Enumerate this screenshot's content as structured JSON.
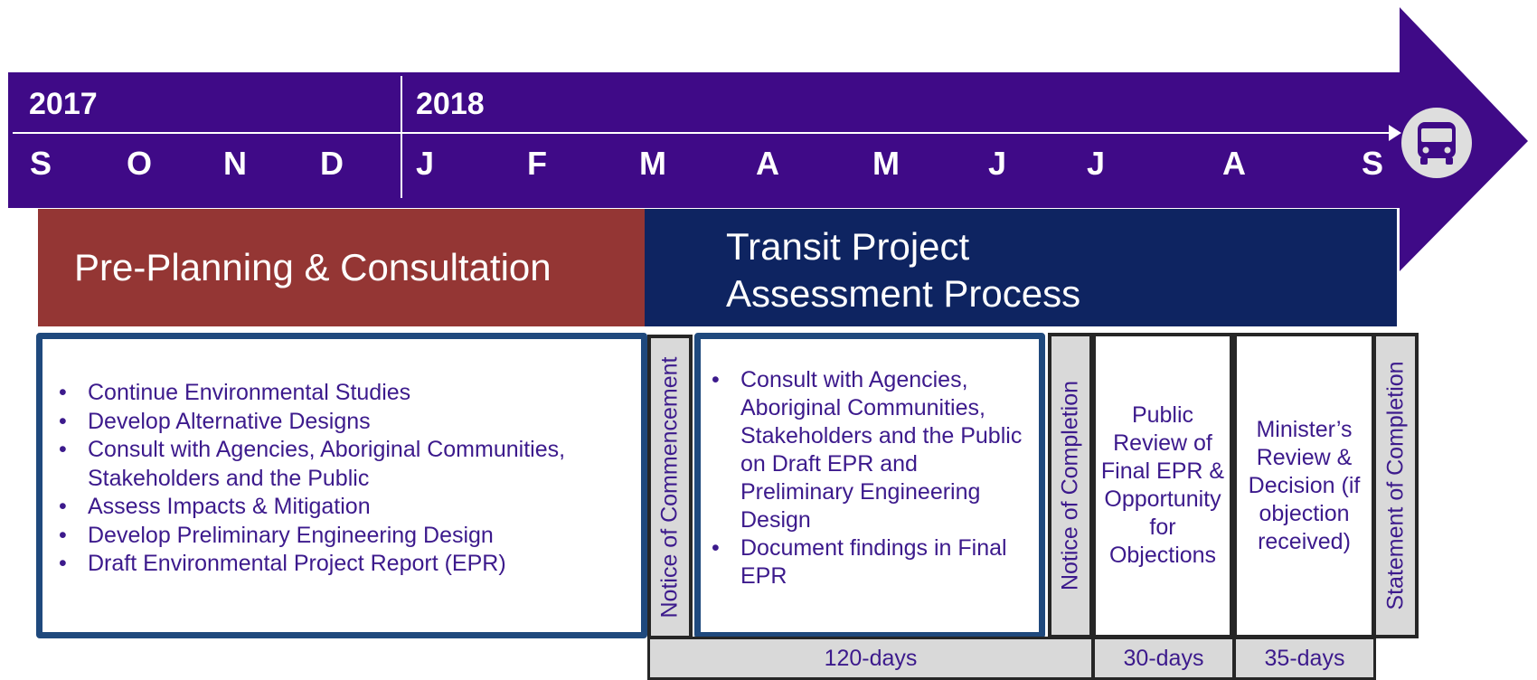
{
  "timeline": {
    "years": [
      "2017",
      "2018"
    ],
    "months": [
      "S",
      "O",
      "N",
      "D",
      "J",
      "F",
      "M",
      "A",
      "M",
      "J",
      "J",
      "A",
      "S"
    ],
    "end_icon": "bus-icon",
    "colors": {
      "arrow": "#3f0a87"
    }
  },
  "phases": {
    "pre_planning": {
      "title": "Pre-Planning & Consultation",
      "color": "#943634"
    },
    "tpap": {
      "title_line1": "Transit Project",
      "title_line2": "Assessment Process",
      "color": "#0e2461"
    }
  },
  "pre_planning_tasks": [
    "Continue Environmental Studies",
    "Develop Alternative Designs",
    "Consult with Agencies, Aboriginal Communities, Stakeholders and the Public",
    "Assess Impacts & Mitigation",
    "Develop Preliminary Engineering Design",
    "Draft Environmental Project Report (EPR)"
  ],
  "notice_commencement": "Notice of Commencement",
  "tpap_tasks": [
    "Consult with Agencies, Aboriginal Communities, Stakeholders and the Public on Draft EPR and Preliminary Engineering Design",
    "Document findings in Final EPR"
  ],
  "notice_completion": "Notice of Completion",
  "public_review": "Public Review of Final EPR & Opportunity for Objections",
  "minister_review": "Minister’s Review & Decision (if objection received)",
  "statement_completion": "Statement of Completion",
  "durations": {
    "d120": "120-days",
    "d30": "30-days",
    "d35": "35-days"
  }
}
